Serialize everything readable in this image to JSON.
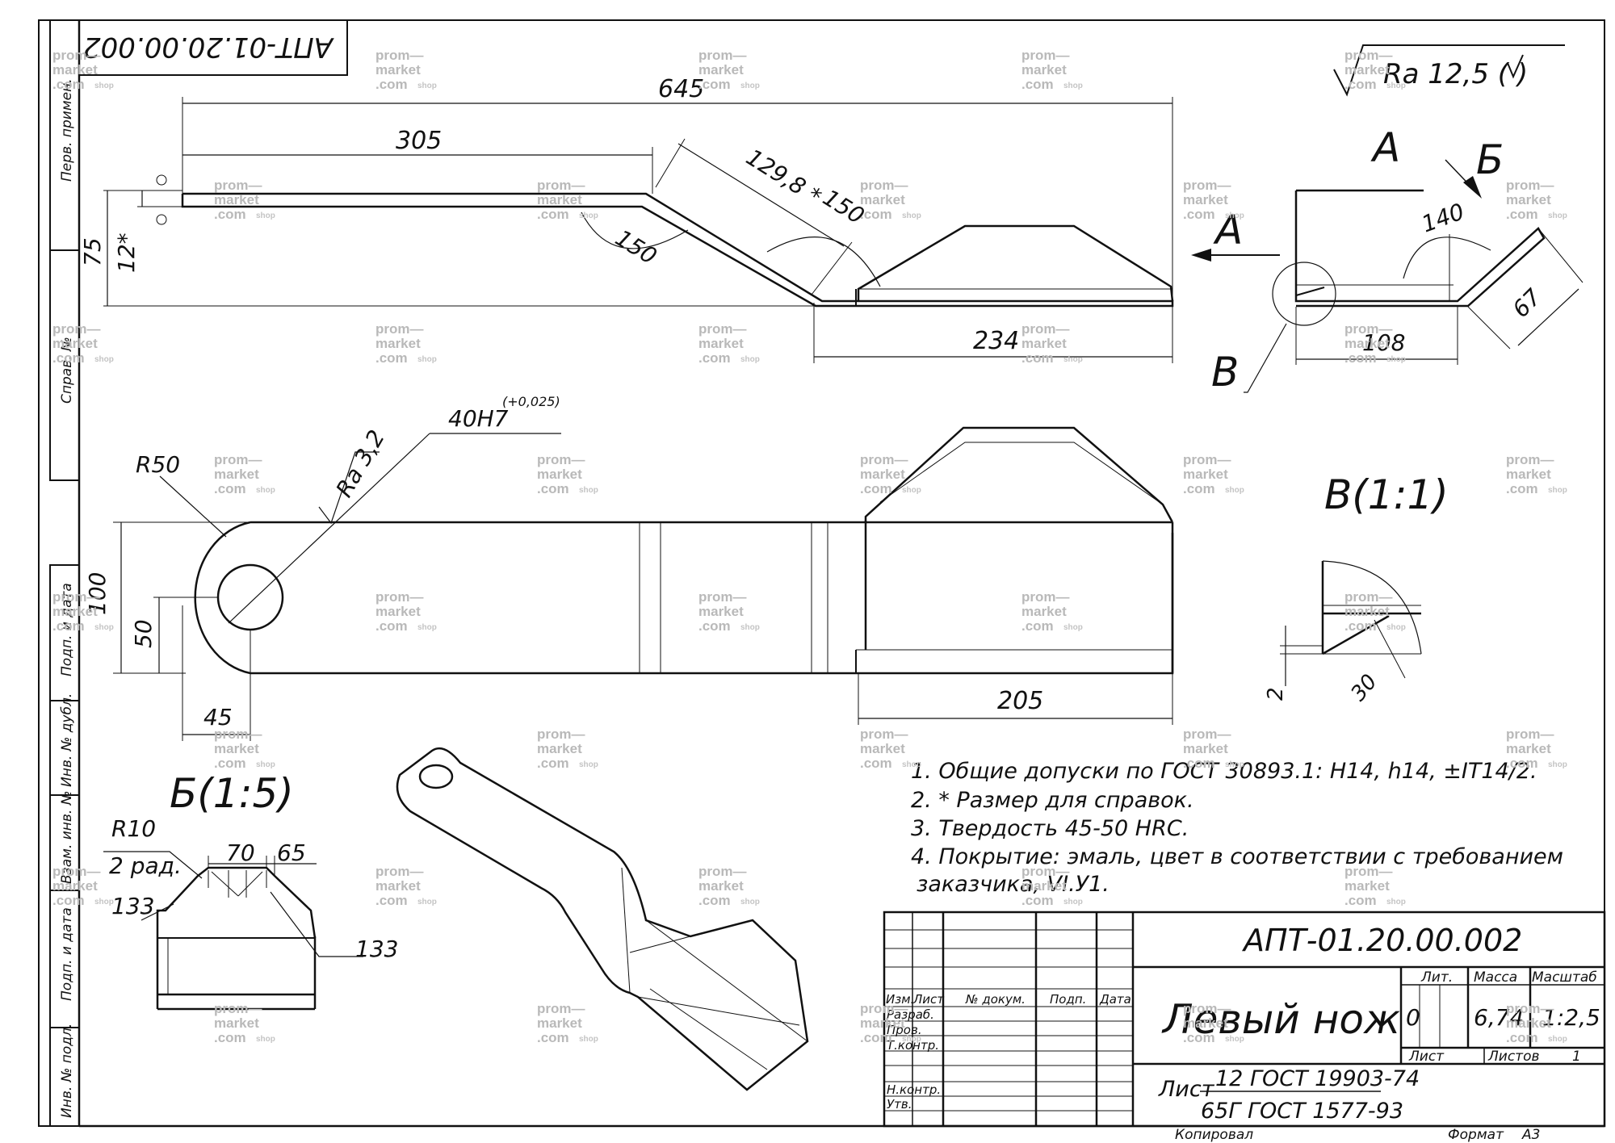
{
  "sidebar": {
    "perv_primen": "Перв. примен.",
    "sprav_no": "Справ. №",
    "podp_data": "Подп. и дата",
    "inv_dubl": "Инв. № дубл.",
    "vzam_inv": "Взам. инв. №",
    "inv_podl": "Инв. № подл."
  },
  "corner_code": "АПТ-01.20.00.002",
  "roughness_general": "Ra 12,5 ( )",
  "roughness_hole": "Ra 3,2",
  "hole_fit": "40H7",
  "hole_fit_tol": "(+0,025)",
  "views": {
    "view_a": "А",
    "view_b": "Б",
    "view_v": "В",
    "section_b_title": "Б(1:5)",
    "section_v_title": "В(1:1)"
  },
  "dims": {
    "d645": "645",
    "d305": "305",
    "d1298": "129,8 *",
    "d150_top": "150",
    "d150_angle": "150",
    "d75": "75",
    "d12": "12*",
    "d234": "234",
    "d140": "140",
    "d108": "108",
    "d67": "67",
    "dR50": "R50",
    "d100": "100",
    "d50": "50",
    "d45": "45",
    "d205": "205",
    "dR10": "R10",
    "d2rad": "2 рад.",
    "d70": "70",
    "d65": "65",
    "d133a": "133",
    "d133b": "133",
    "d2": "2",
    "d30": "30"
  },
  "notes": [
    "1. Общие допуски по ГОСТ 30893.1: H14, h14, ±IT14/2.",
    "2.  * Размер для справок.",
    "3. Твердость    45-50 HRC.",
    "4. Покрытие: эмаль,  цвет в соответствии с требованием",
    "заказчика, VI.У1."
  ],
  "title_block": {
    "designation": "АПТ-01.20.00.002",
    "name": "Левый нож",
    "col_izm": "Изм.",
    "col_list": "Лист",
    "col_doc": "№ докум.",
    "col_podp": "Подп.",
    "col_data": "Дата",
    "row_razrab": "Разраб.",
    "row_prov": "Пров.",
    "row_tkontr": "Т.контр.",
    "row_nkontr": "Н.контр.",
    "row_utv": "Утв.",
    "lit_label": "Лит.",
    "massa_label": "Масса",
    "masshtab_label": "Масштаб",
    "lit_value": "0",
    "massa_value": "6,74",
    "masshtab_value": "1:2,5",
    "list_label": "Лист",
    "listov_label": "Листов",
    "listov_value": "1",
    "material_top": "12 ГОСТ 19903-74",
    "material_list": "Лист",
    "material_bottom": "65Г ГОСТ 1577-93",
    "kopiroval": "Копировал",
    "format_label": "Формат",
    "format_value": "А3"
  },
  "watermark": {
    "line1": "prom—",
    "line2": "market",
    "line3": ".com",
    "line4": "shop"
  }
}
